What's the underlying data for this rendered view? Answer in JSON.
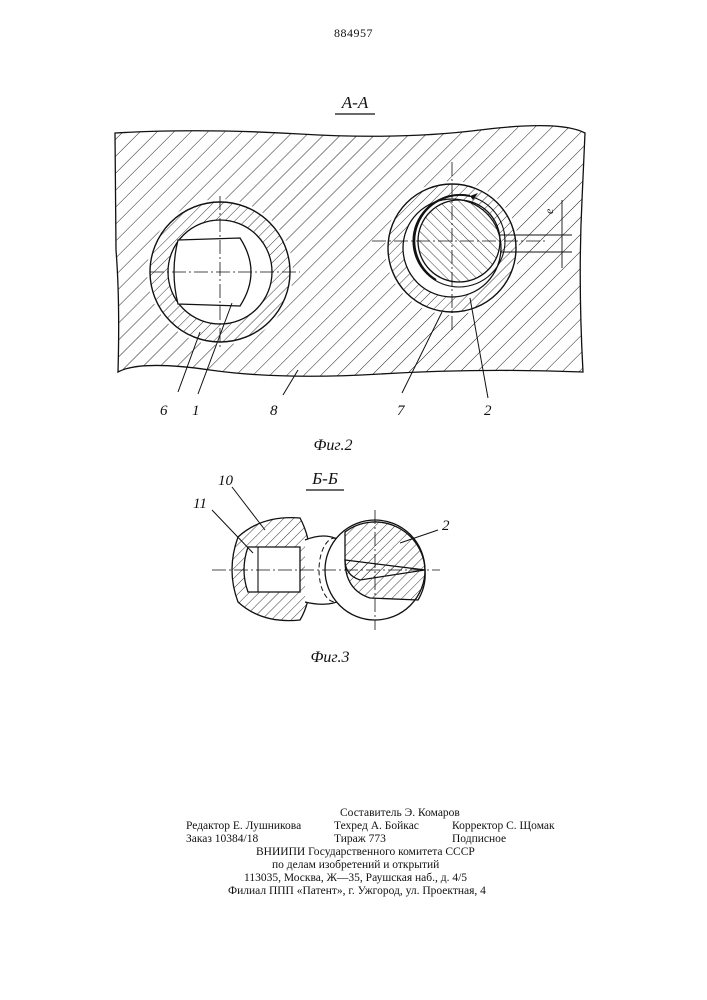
{
  "header": {
    "patent_number": "884957"
  },
  "figure2": {
    "section_title": "А-А",
    "caption": "Фиг.2",
    "labels": {
      "l6": "6",
      "l1": "1",
      "l8": "8",
      "l7": "7",
      "l2": "2",
      "le": "е"
    }
  },
  "figure3": {
    "section_title": "Б-Б",
    "caption": "Фиг.3",
    "labels": {
      "l10": "10",
      "l11": "11",
      "l2": "2"
    }
  },
  "imprint": {
    "compiler": "Составитель Э. Комаров",
    "editor": "Редактор Е. Лушникова",
    "techred": "Техред А. Бойкас",
    "corrector": "Корректор С. Щомак",
    "order": "Заказ 10384/18",
    "circulation": "Тираж 773",
    "subscription": "Подписное",
    "org1": "ВНИИПИ Государственного комитета СССР",
    "org2": "по делам изобретений и открытий",
    "address": "113035, Москва, Ж—35, Раушская наб., д. 4/5",
    "branch": "Филиал ППП «Патент», г. Ужгород, ул. Проектная, 4"
  }
}
